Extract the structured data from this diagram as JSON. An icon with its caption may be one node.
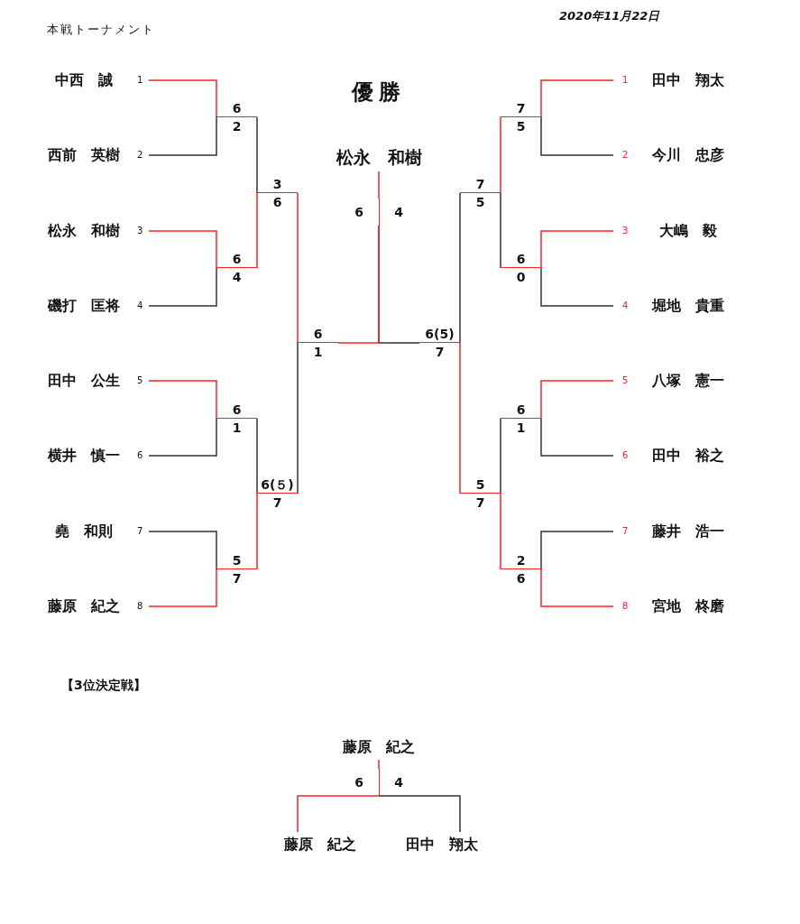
{
  "diagram": {
    "title": "本戦トーナメント",
    "nodes": [
      {
        "text": [
          "中西　誠"
        ],
        "beside": [
          "1"
        ]
      },
      {
        "text": [
          "西前　英樹"
        ],
        "beside": [
          "2"
        ]
      },
      {
        "text": [
          "松永　和樹"
        ],
        "beside": [
          "3"
        ]
      },
      {
        "text": [
          "磯打　匡将"
        ],
        "beside": [
          "4"
        ]
      },
      {
        "text": [
          "田中　公生"
        ],
        "beside": [
          "5"
        ]
      },
      {
        "text": [
          "横井　慎一"
        ],
        "beside": [
          "6"
        ]
      },
      {
        "text": [
          "堯　和則"
        ],
        "beside": [
          "7"
        ]
      },
      {
        "text": [
          "藤原　紀之"
        ],
        "beside": [
          "8"
        ]
      },
      {
        "text": [
          "田中　翔太"
        ],
        "beside": [
          "1"
        ]
      },
      {
        "text": [
          "今川　忠彦"
        ],
        "beside": [
          "2"
        ]
      },
      {
        "text": [
          "大嶋　毅"
        ],
        "beside": [
          "3"
        ]
      },
      {
        "text": [
          "堀地　貴重"
        ],
        "beside": [
          "4"
        ]
      },
      {
        "text": [
          "八塚　憲一"
        ],
        "beside": [
          "5"
        ]
      },
      {
        "text": [
          "田中　裕之"
        ],
        "beside": [
          "6"
        ]
      },
      {
        "text": [
          "藤井　浩一"
        ],
        "beside": [
          "7"
        ]
      },
      {
        "text": [
          "宮地　柊磨"
        ],
        "beside": [
          "8"
        ]
      },
      {
        "text": [
          "松永　和樹"
        ]
      },
      {
        "text": [
          "6",
          "4"
        ]
      },
      {
        "text": [
          "6",
          "2"
        ]
      },
      {
        "text": [
          "6",
          "4"
        ]
      },
      {
        "text": [
          "6",
          "1"
        ]
      },
      {
        "text": [
          "5",
          "7"
        ]
      },
      {
        "text": [
          "3",
          "6"
        ]
      },
      {
        "text": [
          "6(５)",
          "7"
        ]
      },
      {
        "text": [
          "6",
          "1"
        ]
      },
      {
        "text": [
          "7",
          "5"
        ]
      },
      {
        "text": [
          "6",
          "0"
        ]
      },
      {
        "text": [
          "6",
          "1"
        ]
      },
      {
        "text": [
          "2",
          "6"
        ]
      },
      {
        "text": [
          "7",
          "5"
        ]
      },
      {
        "text": [
          "5",
          "7"
        ]
      },
      {
        "text": [
          "6(5)",
          "7"
        ]
      },
      {
        "text": [
          "藤原　紀之"
        ]
      },
      {
        "text": [
          "6",
          "4"
        ]
      },
      {
        "text": [
          "藤原　紀之"
        ]
      },
      {
        "text": [
          "田中　翔太"
        ]
      }
    ],
    "edges": [
      {
        "from": 0,
        "to": 18,
        "arrow": "none"
      },
      {
        "from": 1,
        "to": 18,
        "arrow": "none",
        "color": "#333333"
      },
      {
        "from": 2,
        "to": 19,
        "arrow": "none"
      },
      {
        "from": 3,
        "to": 19,
        "arrow": "none",
        "color": "#333333"
      },
      {
        "from": 4,
        "to": 20,
        "arrow": "none"
      },
      {
        "from": 5,
        "to": 20,
        "arrow": "none",
        "color": "#333333"
      },
      {
        "from": 6,
        "to": 21,
        "arrow": "none",
        "color": "#333333"
      },
      {
        "from": 7,
        "to": 21,
        "arrow": "none"
      },
      {
        "from": 18,
        "to": 22,
        "arrow": "none",
        "color": "#333333"
      },
      {
        "from": 19,
        "to": 22,
        "arrow": "none"
      },
      {
        "from": 20,
        "to": 23,
        "arrow": "none",
        "color": "#333333"
      },
      {
        "from": 21,
        "to": 23,
        "arrow": "none"
      },
      {
        "from": 22,
        "to": 24,
        "arrow": "none"
      },
      {
        "from": 23,
        "to": 24,
        "arrow": "none",
        "color": "#333333"
      },
      {
        "from": 24,
        "to": 17,
        "arrow": "none"
      },
      {
        "from": 8,
        "to": 25,
        "arrow": "none"
      },
      {
        "from": 9,
        "to": 25,
        "arrow": "none",
        "color": "#333333"
      },
      {
        "from": 10,
        "to": 26,
        "arrow": "none"
      },
      {
        "from": 11,
        "to": 26,
        "arrow": "none",
        "color": "#333333"
      },
      {
        "from": 12,
        "to": 27,
        "arrow": "none"
      },
      {
        "from": 13,
        "to": 27,
        "arrow": "none",
        "color": "#333333"
      },
      {
        "from": 14,
        "to": 28,
        "arrow": "none",
        "color": "#333333"
      },
      {
        "from": 15,
        "to": 28,
        "arrow": "none"
      },
      {
        "from": 25,
        "to": 29,
        "arrow": "none"
      },
      {
        "from": 26,
        "to": 29,
        "arrow": "none",
        "color": "#333333"
      },
      {
        "from": 27,
        "to": 30,
        "arrow": "none",
        "color": "#333333"
      },
      {
        "from": 28,
        "to": 30,
        "arrow": "none"
      },
      {
        "from": 29,
        "to": 31,
        "arrow": "none",
        "color": "#333333"
      },
      {
        "from": 30,
        "to": 31,
        "arrow": "none"
      },
      {
        "from": 31,
        "to": 17,
        "arrow": "none",
        "color": "#333333"
      },
      {
        "from": 17,
        "to": 16,
        "arrow": "none"
      },
      {
        "from": 34,
        "to": 33,
        "arrow": "none"
      },
      {
        "from": 35,
        "to": 33,
        "arrow": "none",
        "color": "#333333"
      },
      {
        "from": 33,
        "to": 32,
        "arrow": "none"
      }
    ],
    "labels": [
      "2020年11月22日",
      "優勝",
      "【3位決定戦】"
    ]
  }
}
